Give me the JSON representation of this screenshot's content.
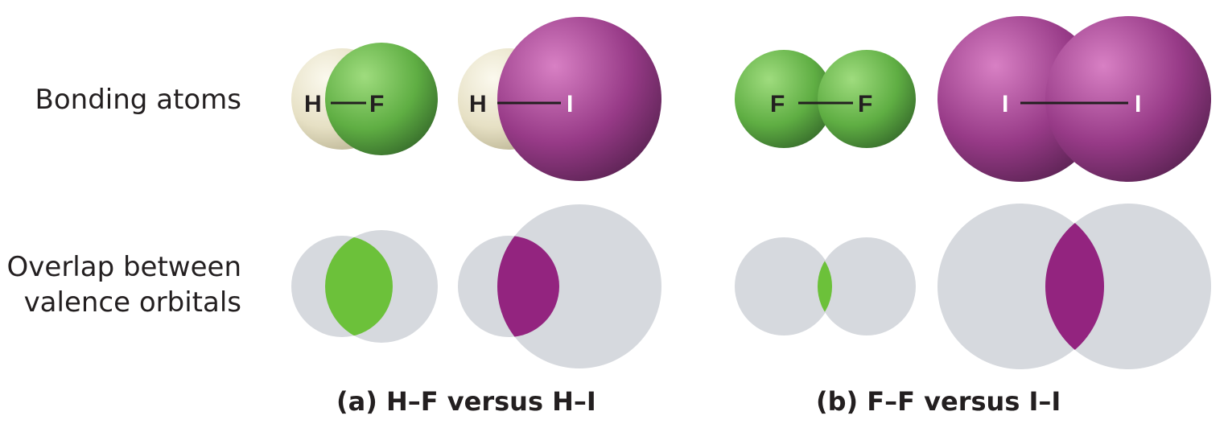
{
  "row_labels": {
    "bonding": "Bonding atoms",
    "overlap_line1": "Overlap between",
    "overlap_line2": "valence orbitals"
  },
  "captions": {
    "a": "(a) H–F versus H–I",
    "b": "(b) F–F versus I–I"
  },
  "atoms": {
    "hf": {
      "left": "H",
      "right": "F"
    },
    "hi": {
      "left": "H",
      "right": "I"
    },
    "ff": {
      "left": "F",
      "right": "F"
    },
    "ii": {
      "left": "I",
      "right": "I"
    }
  },
  "colors": {
    "hydrogen": "#ede8d0",
    "fluorine": "#6cbf47",
    "iodine": "#9e3a8f",
    "orbital": "#d6d9de",
    "overlap_green": "#6cc13a",
    "overlap_purple": "#93247f",
    "text": "#231f20"
  }
}
